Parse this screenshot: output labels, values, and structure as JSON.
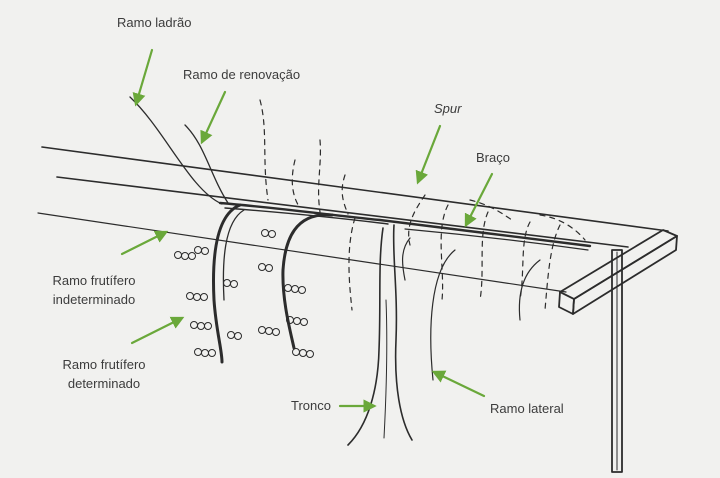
{
  "labels": {
    "ramo_ladrao": "Ramo ladrão",
    "ramo_renovacao": "Ramo de renovação",
    "spur": "Spur",
    "braco": "Braço",
    "ramo_frutifero_indeterminado_l1": "Ramo frutífero",
    "ramo_frutifero_indeterminado_l2": "indeterminado",
    "ramo_frutifero_determinado_l1": "Ramo frutífero",
    "ramo_frutifero_determinado_l2": "determinado",
    "tronco": "Tronco",
    "ramo_lateral": "Ramo lateral"
  },
  "colors": {
    "arrow": "#6aa83a",
    "ink": "#2c2c2c",
    "label_text": "#3c3c3c",
    "background": "#f1f1ef"
  }
}
